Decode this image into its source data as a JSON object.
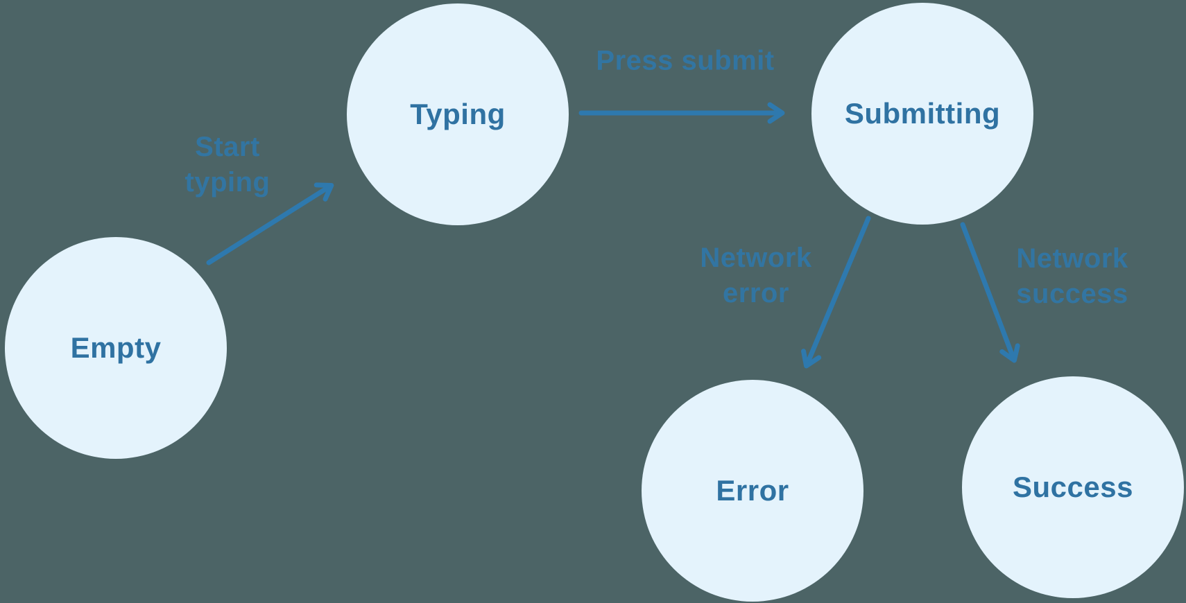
{
  "diagram": {
    "kind": "form-submission-state-machine"
  },
  "colors": {
    "background": "#4C6466",
    "node-fill": "#E4F3FC",
    "node-text": "#2F72A2",
    "arrow": "#2E79AE",
    "edge-label": "#3077A8"
  },
  "nodes": [
    {
      "id": "empty",
      "label": "Empty"
    },
    {
      "id": "typing",
      "label": "Typing"
    },
    {
      "id": "submitting",
      "label": "Submitting"
    },
    {
      "id": "error",
      "label": "Error"
    },
    {
      "id": "success",
      "label": "Success"
    }
  ],
  "edges": [
    {
      "from": "empty",
      "to": "typing",
      "label": "Start typing",
      "label_line1": "Start",
      "label_line2": "typing"
    },
    {
      "from": "typing",
      "to": "submitting",
      "label": "Press submit",
      "label_line1": "Press submit",
      "label_line2": ""
    },
    {
      "from": "submitting",
      "to": "error",
      "label": "Network error",
      "label_line1": "Network",
      "label_line2": "error"
    },
    {
      "from": "submitting",
      "to": "success",
      "label": "Network success",
      "label_line1": "Network",
      "label_line2": "success"
    }
  ]
}
